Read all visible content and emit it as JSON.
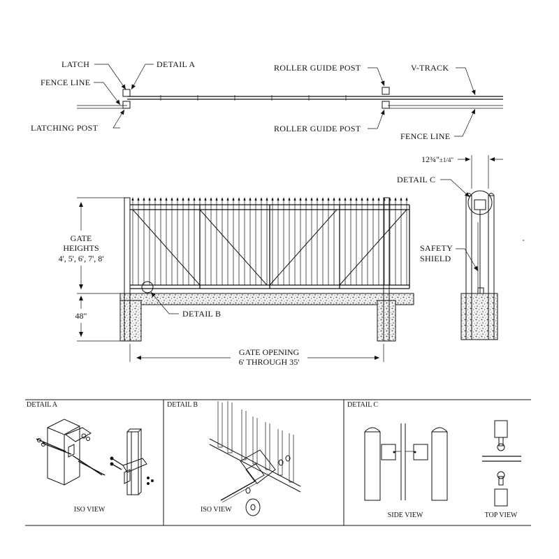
{
  "plan_view": {
    "latch": "LATCH",
    "detail_a": "DETAIL A",
    "fence_line_left": "FENCE LINE",
    "latching_post": "LATCHING POST",
    "roller_guide_post_top": "ROLLER GUIDE POST",
    "roller_guide_post_bottom": "ROLLER GUIDE POST",
    "v_track": "V-TRACK",
    "fence_line_right": "FENCE LINE"
  },
  "elevation": {
    "gate_heights_line1": "GATE",
    "gate_heights_line2": "HEIGHTS",
    "gate_heights_line3": "4', 5', 6', 7', 8'",
    "depth": "48\"",
    "detail_b": "DETAIL B",
    "gate_opening_line1": "GATE OPENING",
    "gate_opening_line2": "6' THROUGH 35'"
  },
  "side_section": {
    "dimension": "12¾\"",
    "tolerance": "±1/4\"",
    "detail_c": "DETAIL C",
    "safety_shield_line1": "SAFETY",
    "safety_shield_line2": "SHIELD"
  },
  "details": {
    "a": {
      "title": "DETAIL A",
      "caption": "ISO VIEW"
    },
    "b": {
      "title": "DETAIL B",
      "caption": "ISO VIEW"
    },
    "c": {
      "title": "DETAIL C",
      "caption_side": "SIDE VIEW",
      "caption_top": "TOP VIEW"
    }
  }
}
